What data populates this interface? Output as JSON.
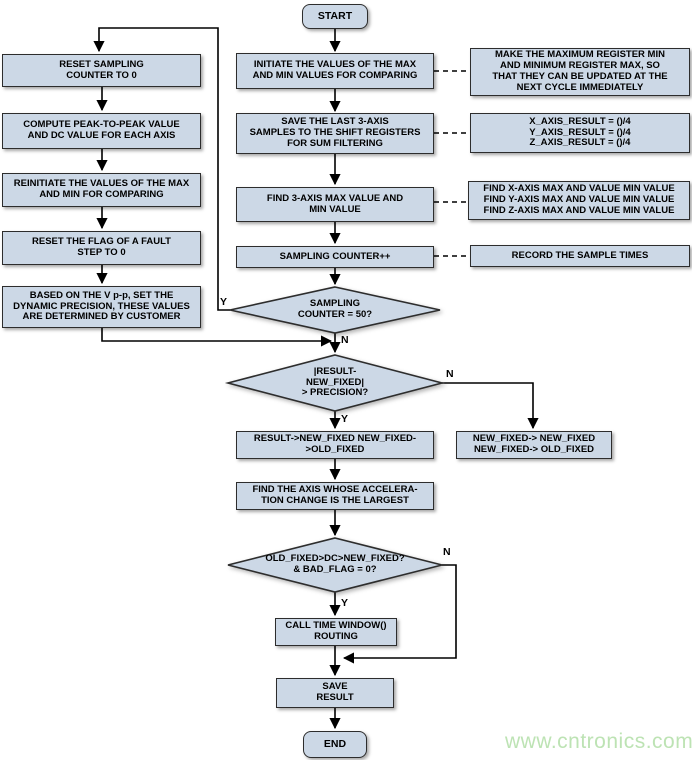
{
  "diagram": {
    "type": "flowchart",
    "watermark": "www.cntronics.com",
    "colors": {
      "node_fill": "#ccd8e6",
      "node_border": "#2d2d2d",
      "line": "#000000",
      "watermark_green": "#bde3b4",
      "background": "#ffffff"
    },
    "nodes": {
      "start": {
        "label": "START"
      },
      "reset_counter": {
        "label": "RESET SAMPLING\nCOUNTER TO 0"
      },
      "compute_peak": {
        "label": "COMPUTE PEAK-TO-PEAK VALUE\nAND DC VALUE FOR EACH AXIS"
      },
      "reinitiate_max_min": {
        "label": "REINITIATE THE VALUES OF THE MAX\nAND MIN FOR COMPARING"
      },
      "reset_fault_flag": {
        "label": "RESET THE FLAG OF A FAULT\nSTEP TO 0"
      },
      "set_dynamic_precision": {
        "label": "BASED ON THE V p-p, SET THE\nDYNAMIC PRECISION, THESE VALUES\nARE DETERMINED BY CUSTOMER"
      },
      "init_max_min": {
        "label": "INITIATE THE VALUES OF THE MAX\nAND MIN VALUES FOR COMPARING"
      },
      "save_samples": {
        "label": "SAVE THE LAST 3-AXIS\nSAMPLES TO THE SHIFT REGISTERS\nFOR SUM FILTERING"
      },
      "find_3axis": {
        "label": "FIND 3-AXIS MAX VALUE AND\nMIN VALUE"
      },
      "sampling_counter_inc": {
        "label": "SAMPLING COUNTER++"
      },
      "dec_sampling_counter": {
        "label": "SAMPLING\nCOUNTER = 50?"
      },
      "dec_result_precision": {
        "label": "|RESULT-\nNEW_FIXED|\n> PRECISION?"
      },
      "result_to_fixed": {
        "label": "RESULT->NEW_FIXED NEW_FIXED-\n>OLD_FIXED"
      },
      "find_axis_largest": {
        "label": "FIND THE AXIS WHOSE ACCELERA-\nTION CHANGE IS THE LARGEST"
      },
      "dec_fixed_window": {
        "label": "OLD_FIXED>DC>NEW_FIXED?\n& BAD_FLAG = 0?"
      },
      "call_time_window": {
        "label": "CALL TIME WINDOW()\nROUTING"
      },
      "save_result": {
        "label": "SAVE\nRESULT"
      },
      "end": {
        "label": "END"
      },
      "note_make_max_min": {
        "label": "MAKE THE MAXIMUM REGISTER MIN\nAND MINIMUM REGISTER MAX, SO\nTHAT THEY CAN BE UPDATED AT THE\nNEXT CYCLE IMMEDIATELY"
      },
      "note_axis_result": {
        "label": "X_AXIS_RESULT = ()/4\nY_AXIS_RESULT = ()/4\nZ_AXIS_RESULT = ()/4"
      },
      "note_find_axis_max": {
        "label": "FIND X-AXIS MAX AND VALUE MIN VALUE\nFIND Y-AXIS MAX AND VALUE MIN VALUE\nFIND Z-AXIS MAX AND VALUE MIN VALUE"
      },
      "note_record_times": {
        "label": "RECORD THE SAMPLE TIMES"
      },
      "new_fixed_assign": {
        "label": "NEW_FIXED-> NEW_FIXED\nNEW_FIXED-> OLD_FIXED"
      }
    },
    "branches": {
      "dec1_yes": "Y",
      "dec1_no": "N",
      "dec2_yes": "Y",
      "dec2_no": "N",
      "dec3_yes": "Y",
      "dec3_no": "N"
    }
  }
}
